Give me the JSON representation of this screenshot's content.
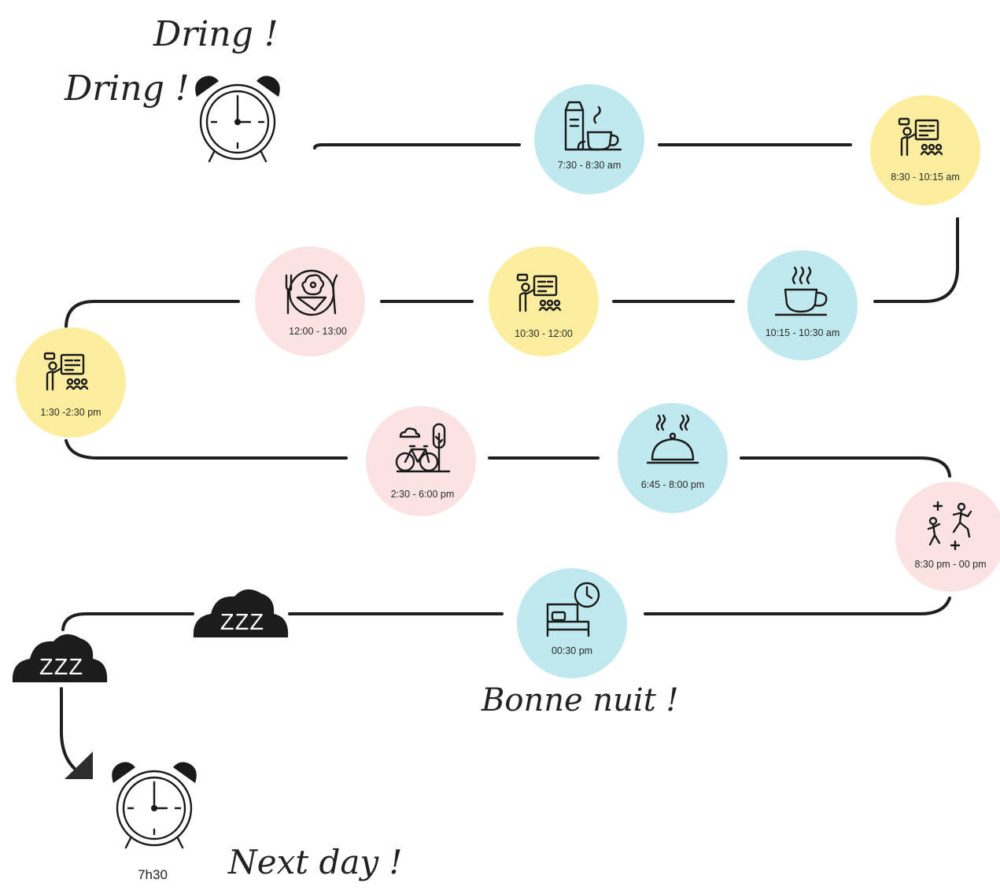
{
  "exclamations": {
    "wake_1": "Dring !",
    "wake_2": "Dring !",
    "good_night": "Bonne nuit !",
    "next_day": "Next day !"
  },
  "steps": [
    {
      "id": "breakfast",
      "time": "7:30 - 8:30 am",
      "color": "#bfe9ee",
      "icon": "breakfast-icon"
    },
    {
      "id": "class-morning",
      "time": "8:30 - 10:15 am",
      "color": "#fdee9f",
      "icon": "presentation-icon"
    },
    {
      "id": "coffee-break",
      "time": "10:15 - 10:30 am",
      "color": "#bfe9ee",
      "icon": "coffee-cup-icon"
    },
    {
      "id": "class-late-morning",
      "time": "10:30 - 12:00",
      "color": "#fdee9f",
      "icon": "presentation-icon"
    },
    {
      "id": "lunch",
      "time": "12:00 - 13:00",
      "color": "#fbe3e3",
      "icon": "lunch-plate-icon"
    },
    {
      "id": "class-afternoon",
      "time": "1:30 -2:30 pm",
      "color": "#fdee9f",
      "icon": "presentation-icon"
    },
    {
      "id": "leisure",
      "time": "2:30 - 6:00 pm",
      "color": "#fbe3e3",
      "icon": "bicycle-icon"
    },
    {
      "id": "dinner",
      "time": "6:45 - 8:00 pm",
      "color": "#bfe9ee",
      "icon": "cloche-icon"
    },
    {
      "id": "party",
      "time": "8:30 pm - 00 pm",
      "color": "#fbe3e3",
      "icon": "dancing-icon"
    },
    {
      "id": "bedtime",
      "time": "00:30 pm",
      "color": "#bfe9ee",
      "icon": "bed-clock-icon"
    }
  ],
  "sleep": {
    "cloud_1": "ZZZ",
    "cloud_2": "ZZZ"
  },
  "wake_time": "7h30",
  "line_color": "#1f1f1f"
}
